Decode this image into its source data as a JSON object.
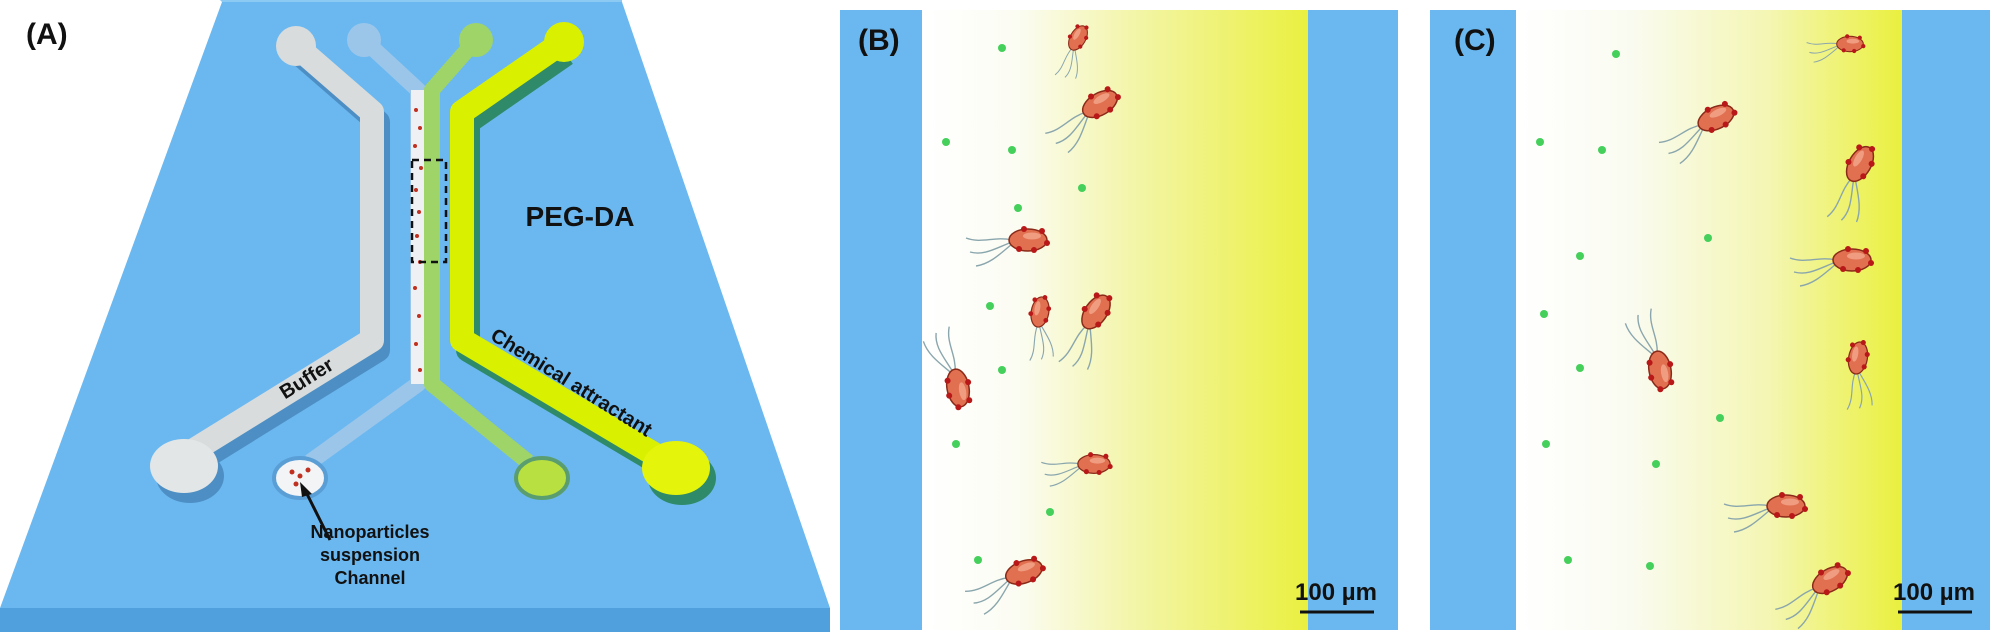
{
  "panel_a": {
    "label": "(A)",
    "substrate": "PEG-DA",
    "buffer": "Buffer",
    "attractant": "Chemical attractant",
    "suspension": [
      "Nanoparticles",
      "suspension",
      "Channel"
    ]
  },
  "panel_b": {
    "label": "(B)",
    "scale": "100 µm"
  },
  "panel_c": {
    "label": "(C)",
    "scale": "100 µm"
  },
  "colors": {
    "substrate": "#6bb8f0",
    "buffer": "#dfe3e4",
    "attractant": "#d9f000",
    "gradient_start": "#ffffff",
    "gradient_end": "#eef03a",
    "bacteria": "#e07050",
    "bead": "#44d05a"
  }
}
